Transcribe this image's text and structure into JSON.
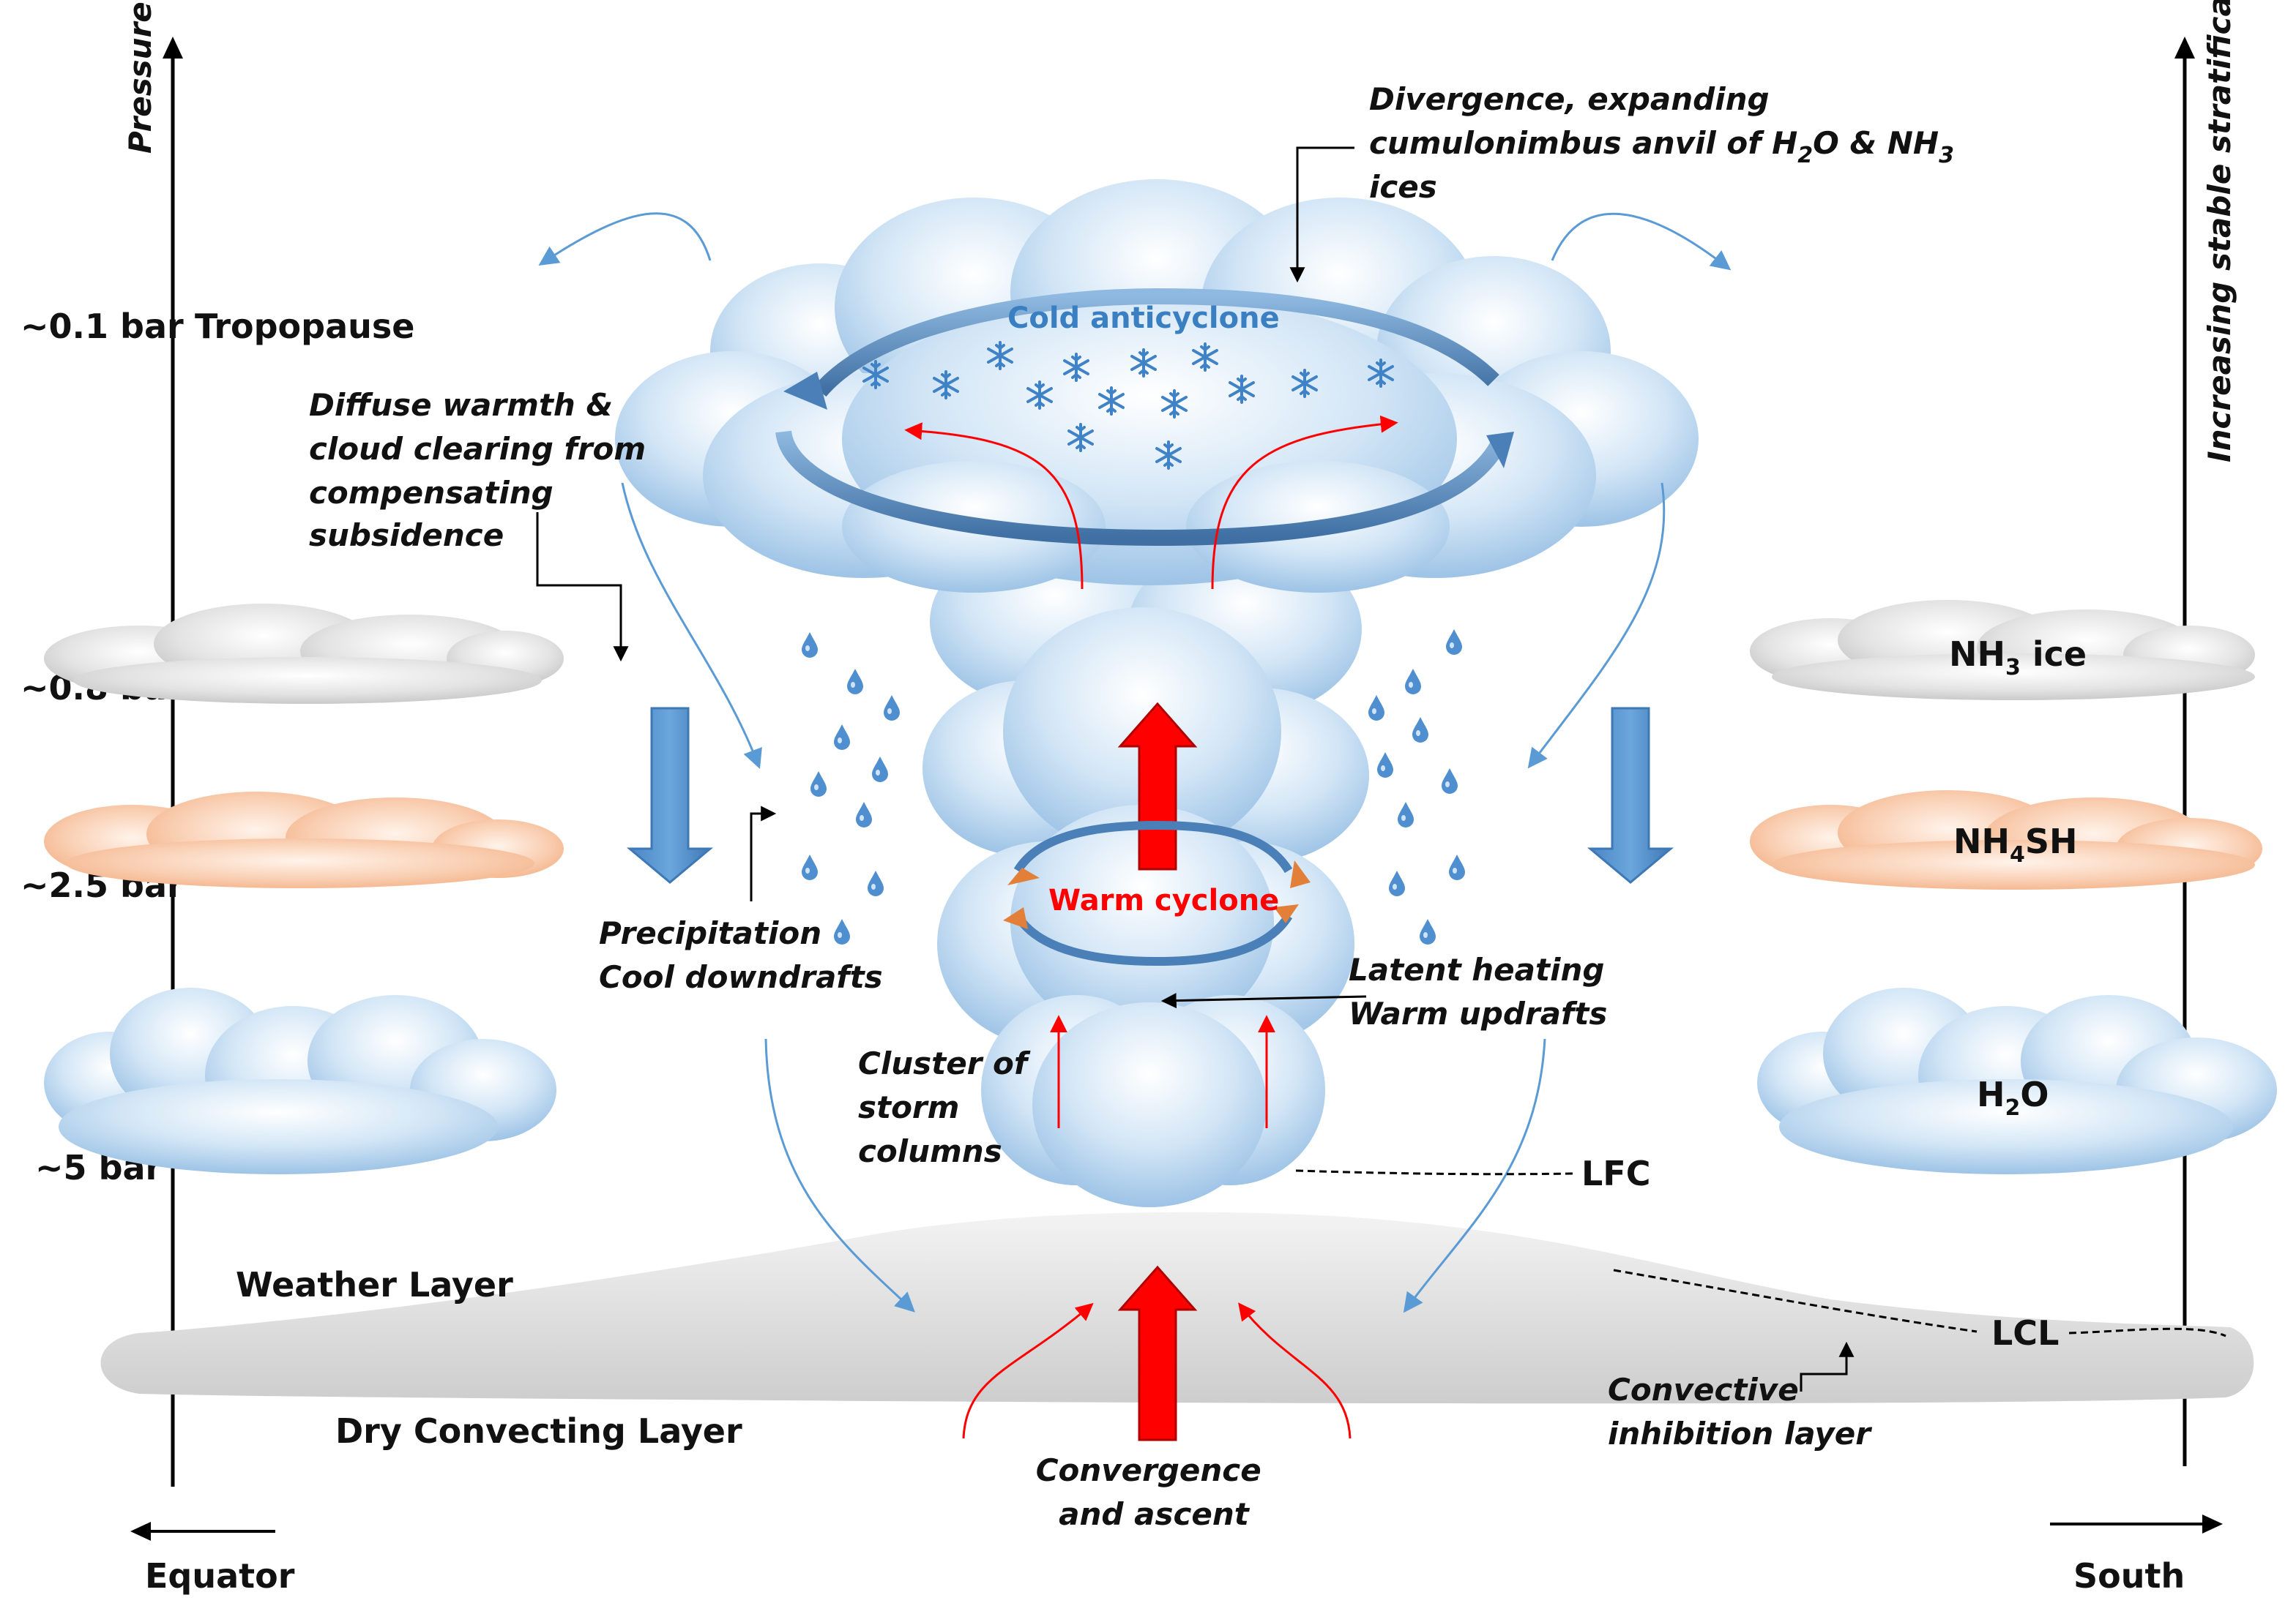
{
  "axes": {
    "left_label": "Pressure",
    "right_label": "Increasing stable stratification",
    "bottom_left": "Equator",
    "bottom_right": "South"
  },
  "pressure_levels": {
    "p01": "~0.1 bar",
    "p08": "~0.8 bar",
    "p25": "~2.5 bar",
    "p5": "~5 bar"
  },
  "layers": {
    "tropopause": "Tropopause",
    "weather": "Weather Layer",
    "dry": "Dry Convecting Layer",
    "lfc": "LFC",
    "lcl": "LCL"
  },
  "cloud_decks": {
    "nh3_main": "NH",
    "nh3_sub": "3",
    "nh3_tail": " ice",
    "nh4sh_main": "NH",
    "nh4sh_sub": "4",
    "nh4sh_tail": "SH",
    "h2o_main": "H",
    "h2o_sub": "2",
    "h2o_tail": "O"
  },
  "annotations": {
    "divergence_l1": "Divergence, expanding",
    "divergence_l2a": "cumulonimbus anvil of H",
    "divergence_l2_sub1": "2",
    "divergence_l2b": "O & NH",
    "divergence_l2_sub2": "3",
    "divergence_l3": "ices",
    "cold_anticyclone": "Cold anticyclone",
    "warm_cyclone": "Warm cyclone",
    "diffuse_l1": "Diffuse warmth &",
    "diffuse_l2": "cloud clearing from",
    "diffuse_l3": "compensating",
    "diffuse_l4": "subsidence",
    "precip_l1": "Precipitation",
    "precip_l2": "Cool downdrafts",
    "latent_l1": "Latent heating",
    "latent_l2": "Warm updrafts",
    "cluster_l1": "Cluster of",
    "cluster_l2": "storm",
    "cluster_l3": "columns",
    "convergence_l1": "Convergence",
    "convergence_l2": "and ascent",
    "cin_l1": "Convective",
    "cin_l2": "inhibition layer"
  },
  "colors": {
    "cloud_blue": "#a9cbe8",
    "cloud_orange": "#f2b48a",
    "cloud_grey": "#cfcfcf",
    "arrow_blue": "#5b9bd5",
    "updraft_red": "#ff0000",
    "cyclone_label": "#ff0000",
    "anticyclone_label": "#3a7fc1"
  }
}
